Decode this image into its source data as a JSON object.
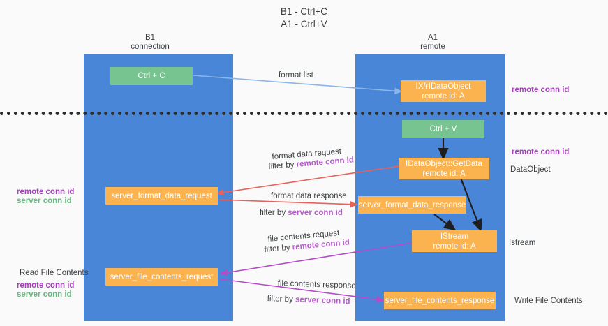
{
  "title": {
    "line1": "B1 - Ctrl+C",
    "line2": "A1 - Ctrl+V"
  },
  "lanes": [
    {
      "id": "b1",
      "title_line1": "B1",
      "title_line2": "connection",
      "color": "#4a86d8"
    },
    {
      "id": "a1",
      "title_line1": "A1",
      "title_line2": "remote",
      "color": "#4a86d8"
    }
  ],
  "nodes": {
    "ctrl_c": {
      "label": "Ctrl + C",
      "color": "#77c490"
    },
    "ctrl_v": {
      "label": "Ctrl + V",
      "color": "#77c490"
    },
    "dataobject_top": {
      "line1": "ІX/ғIDataObject",
      "line2": "remote id: A",
      "color": "#fbb350"
    },
    "getdata": {
      "line1": "IDataObject::GetData",
      "line2": "remote id: A",
      "color": "#fbb350"
    },
    "server_format_data_request": {
      "label": "server_format_data_request",
      "color": "#fbb350"
    },
    "server_format_data_response": {
      "label": "server_format_data_response",
      "color": "#fbb350"
    },
    "istream": {
      "line1": "IStream",
      "line2": "remote id: A",
      "color": "#fbb350"
    },
    "server_file_contents_request": {
      "label": "server_file_contents_request",
      "color": "#fbb350"
    },
    "server_file_contents_response": {
      "label": "server_file_contents_response",
      "color": "#fbb350"
    }
  },
  "edge_labels": {
    "format_list": "format list",
    "format_data_request": "format data request",
    "format_data_request_filter_prefix": "filter by ",
    "format_data_request_filter_key": "remote conn id",
    "format_data_response": "format data response",
    "format_data_response_filter_prefix": "filter by ",
    "format_data_response_filter_key": "server conn id",
    "file_contents_request": "file contents request",
    "file_contents_request_filter_prefix": "filter by ",
    "file_contents_request_filter_key": "remote conn id",
    "file_contents_response": "file contents response",
    "file_contents_response_filter_prefix": "filter by ",
    "file_contents_response_filter_key": "server conn id"
  },
  "right_labels": {
    "remote_conn_id_top": "remote conn id",
    "remote_conn_id_mid": "remote conn id",
    "dataobject": "DataObject",
    "istream": "Istream",
    "write_file_contents": "Write File Contents"
  },
  "left_labels": {
    "remote_conn_id_mid": "remote conn id",
    "server_conn_id_mid": "server conn id",
    "read_file_contents": "Read File Contents",
    "remote_conn_id_bottom": "remote conn id",
    "server_conn_id_bottom": "server conn id"
  },
  "colors": {
    "lane": "#4a86d8",
    "green_node": "#77c490",
    "orange_node": "#fbb350",
    "purple_text": "#a33fb8",
    "green_text": "#63bb7e",
    "arrow_blue": "#8ab6e8",
    "arrow_red": "#e8625c",
    "arrow_purple": "#b44bc8",
    "arrow_black": "#1f1f1f",
    "divider": "#2b2b2b"
  }
}
